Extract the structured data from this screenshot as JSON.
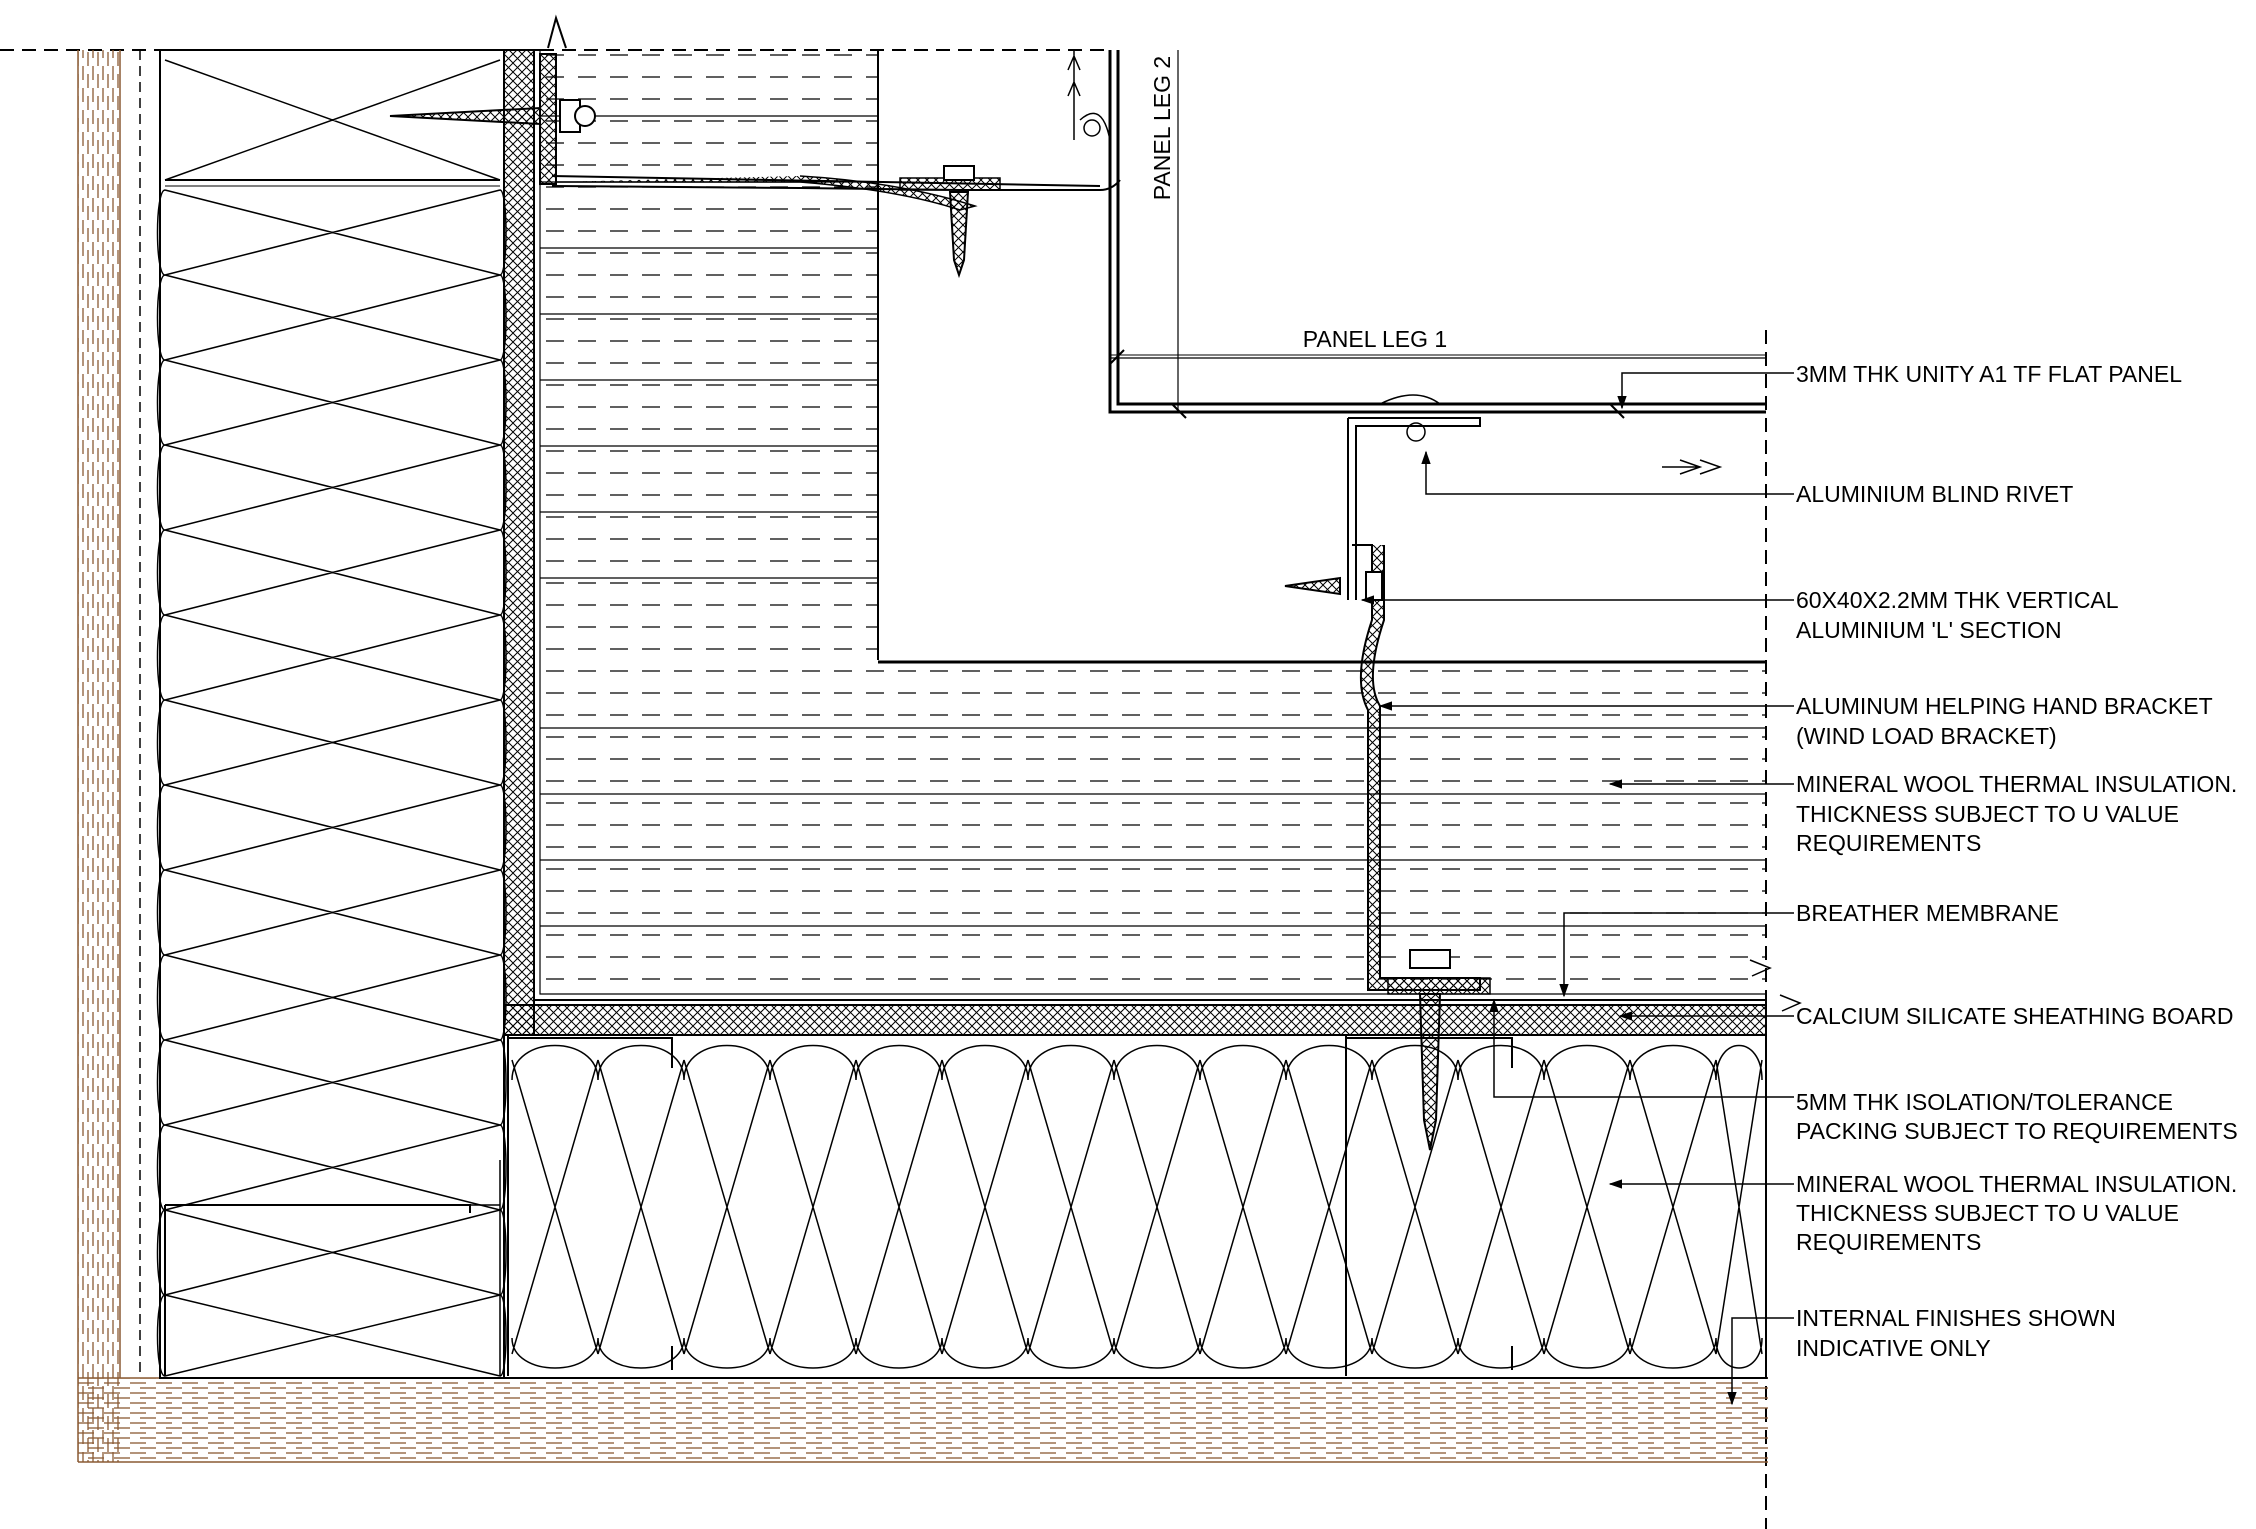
{
  "drawing": {
    "panel_leg_1": "PANEL LEG 1",
    "panel_leg_2": "PANEL LEG 2",
    "colors": {
      "line": "#000000",
      "timber": "#c9a27e",
      "timber_dark": "#8a5a33",
      "background": "#ffffff"
    }
  },
  "annotations": [
    {
      "id": "flat-panel",
      "lines": [
        "3MM THK UNITY A1 TF FLAT PANEL"
      ]
    },
    {
      "id": "blind-rivet",
      "lines": [
        "ALUMINIUM BLIND RIVET"
      ]
    },
    {
      "id": "l-section",
      "lines": [
        "60X40X2.2MM THK VERTICAL",
        "ALUMINIUM 'L' SECTION"
      ]
    },
    {
      "id": "helping-hand",
      "lines": [
        "ALUMINUM HELPING HAND BRACKET",
        "(WIND LOAD BRACKET)"
      ]
    },
    {
      "id": "mineral-wool-outer",
      "lines": [
        "MINERAL WOOL THERMAL INSULATION.",
        "THICKNESS SUBJECT TO U VALUE",
        "REQUIREMENTS"
      ]
    },
    {
      "id": "breather-membrane",
      "lines": [
        "BREATHER MEMBRANE"
      ]
    },
    {
      "id": "sheathing-board",
      "lines": [
        "CALCIUM SILICATE SHEATHING BOARD"
      ]
    },
    {
      "id": "isolation-packing",
      "lines": [
        "5MM THK ISOLATION/TOLERANCE",
        "PACKING SUBJECT TO REQUIREMENTS"
      ]
    },
    {
      "id": "mineral-wool-inner",
      "lines": [
        "MINERAL WOOL THERMAL INSULATION.",
        "THICKNESS SUBJECT TO U VALUE",
        "REQUIREMENTS"
      ]
    },
    {
      "id": "internal-finishes",
      "lines": [
        "INTERNAL FINISHES SHOWN",
        "INDICATIVE ONLY"
      ]
    }
  ]
}
